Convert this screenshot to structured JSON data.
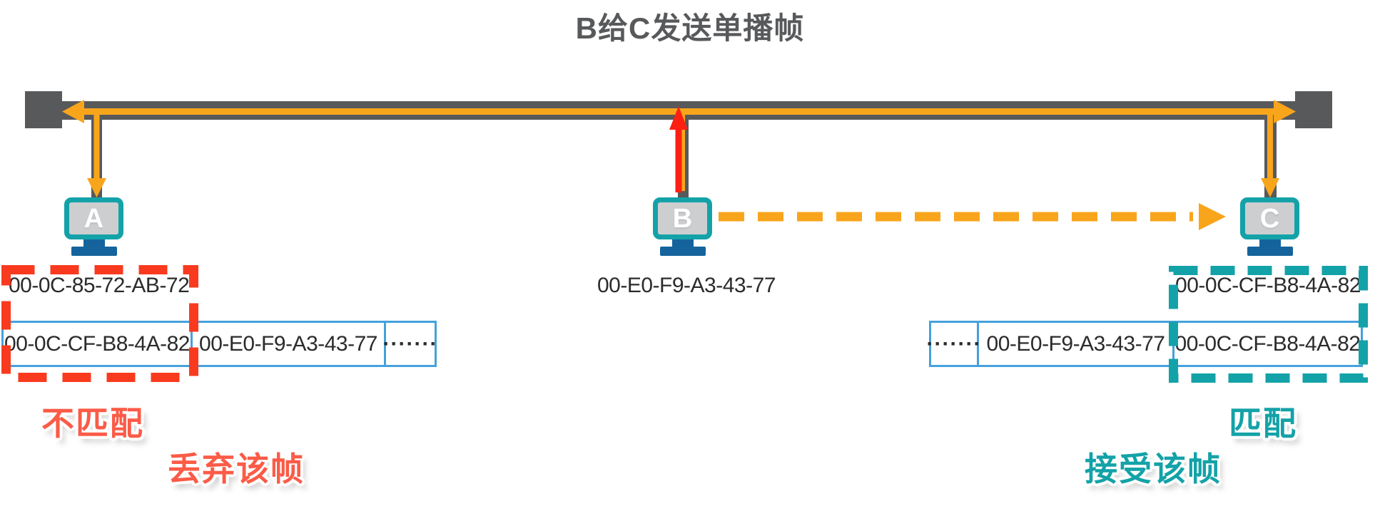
{
  "title": "B给C发送单播帧",
  "colors": {
    "bus_gray": "#58595B",
    "signal_yellow": "#F9A51B",
    "send_arrow_red": "#FB2012",
    "mismatch_box_red": "#FA3A1E",
    "mismatch_label_red": "#FB5B47",
    "match_teal": "#13A2A8",
    "frame_border_blue": "#45A1DB",
    "stand_blue": "#15639C",
    "screen_gray": "#CDCED0",
    "text_dark": "#2B2B2B",
    "title_gray": "#58595B"
  },
  "icons": {
    "bus_terminator": "dark-square",
    "bus_signal": "double-headed-yellow-arrow",
    "send_signal": "red-up-arrow",
    "unicast_path": "yellow-dashed-right-arrow",
    "receive_signal": "yellow-down-arrow"
  },
  "computers": [
    {
      "label": "A",
      "mac": "00-0C-85-72-AB-72"
    },
    {
      "label": "B",
      "mac": "00-E0-F9-A3-43-77"
    },
    {
      "label": "C",
      "mac": "00-0C-CF-B8-4A-82"
    }
  ],
  "frames": {
    "left": {
      "cells": [
        "00-0C-CF-B8-4A-82",
        "00-E0-F9-A3-43-77",
        "·······"
      ]
    },
    "right": {
      "cells": [
        "·······",
        "00-E0-F9-A3-43-77",
        "00-0C-CF-B8-4A-82"
      ]
    }
  },
  "annotations": {
    "no_match": "不匹配",
    "discard": "丢弃该帧",
    "match": "匹配",
    "accept": "接受该帧"
  }
}
